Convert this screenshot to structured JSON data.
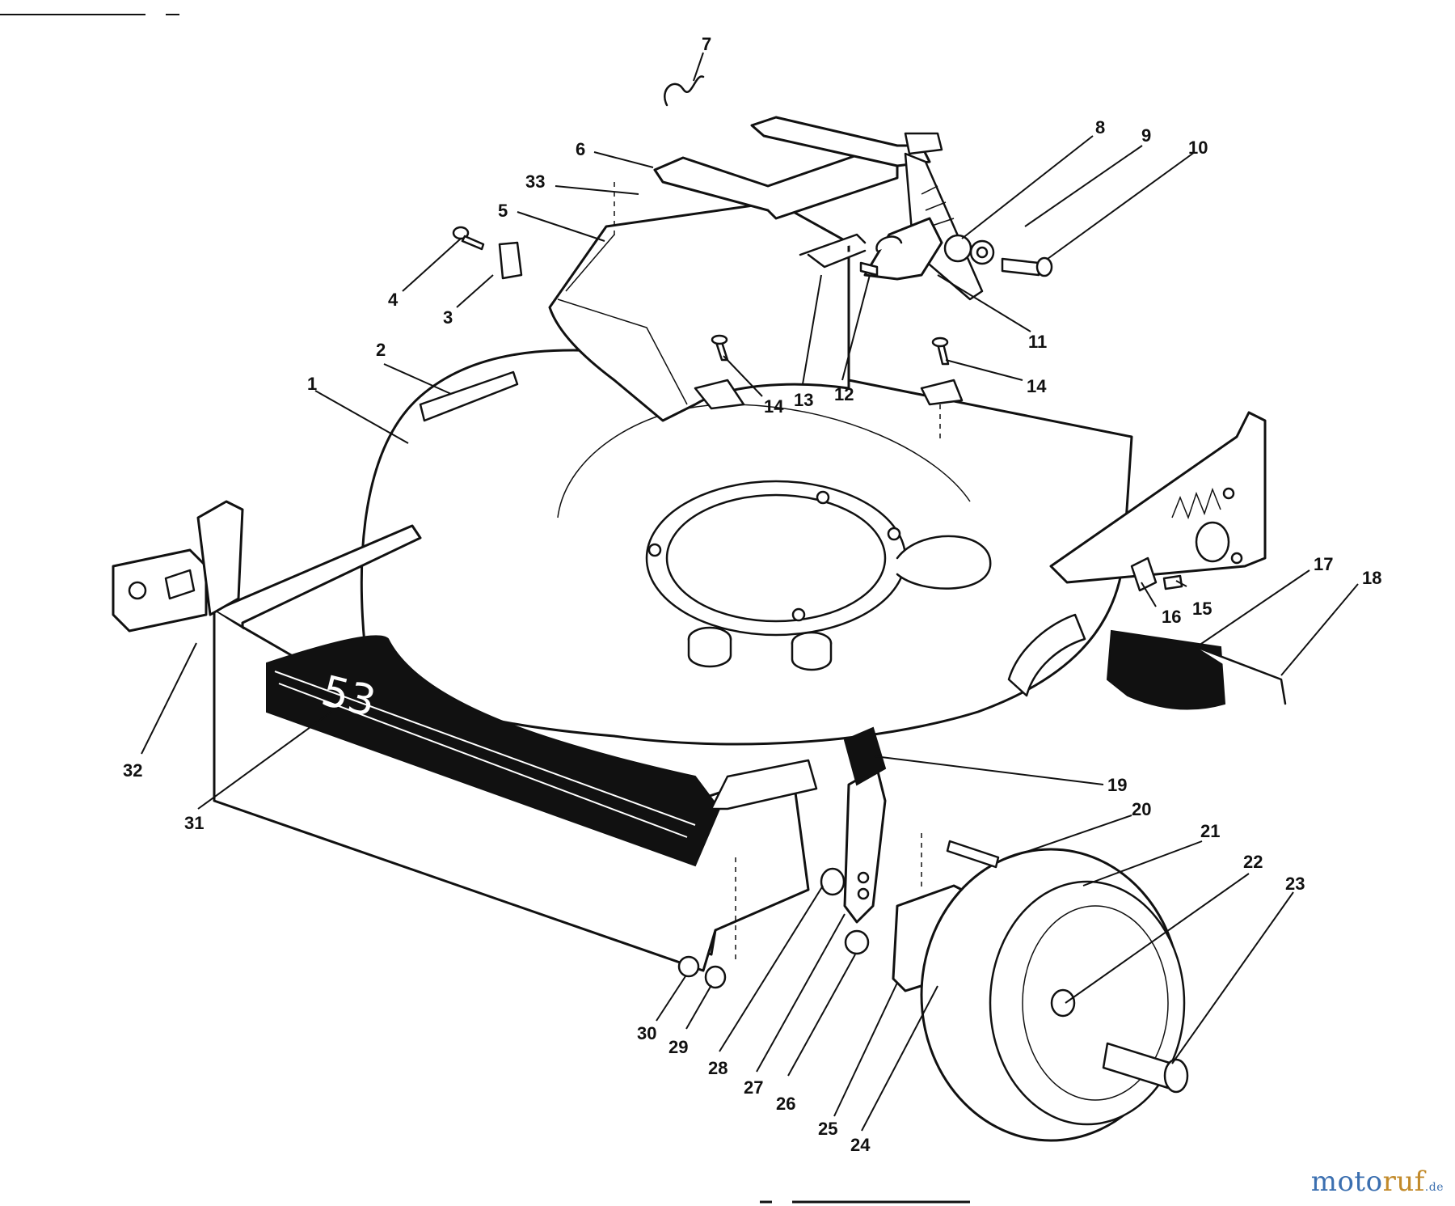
{
  "callouts": [
    {
      "id": "1",
      "text": "1"
    },
    {
      "id": "2",
      "text": "2"
    },
    {
      "id": "3",
      "text": "3"
    },
    {
      "id": "4",
      "text": "4"
    },
    {
      "id": "5",
      "text": "5"
    },
    {
      "id": "6",
      "text": "6"
    },
    {
      "id": "7",
      "text": "7"
    },
    {
      "id": "8",
      "text": "8"
    },
    {
      "id": "9",
      "text": "9"
    },
    {
      "id": "10",
      "text": "10"
    },
    {
      "id": "11",
      "text": "11"
    },
    {
      "id": "12",
      "text": "12"
    },
    {
      "id": "13",
      "text": "13"
    },
    {
      "id": "14a",
      "text": "14"
    },
    {
      "id": "14b",
      "text": "14"
    },
    {
      "id": "15",
      "text": "15"
    },
    {
      "id": "16",
      "text": "16"
    },
    {
      "id": "17",
      "text": "17"
    },
    {
      "id": "18",
      "text": "18"
    },
    {
      "id": "19",
      "text": "19"
    },
    {
      "id": "20",
      "text": "20"
    },
    {
      "id": "21",
      "text": "21"
    },
    {
      "id": "22",
      "text": "22"
    },
    {
      "id": "23",
      "text": "23"
    },
    {
      "id": "24",
      "text": "24"
    },
    {
      "id": "25",
      "text": "25"
    },
    {
      "id": "26",
      "text": "26"
    },
    {
      "id": "27",
      "text": "27"
    },
    {
      "id": "28",
      "text": "28"
    },
    {
      "id": "29",
      "text": "29"
    },
    {
      "id": "30",
      "text": "30"
    },
    {
      "id": "31",
      "text": "31"
    },
    {
      "id": "32",
      "text": "32"
    },
    {
      "id": "33",
      "text": "33"
    }
  ],
  "decal_text": "53",
  "watermark": {
    "main_a": "moto",
    "main_b": "ruf",
    "suffix": ".de"
  }
}
